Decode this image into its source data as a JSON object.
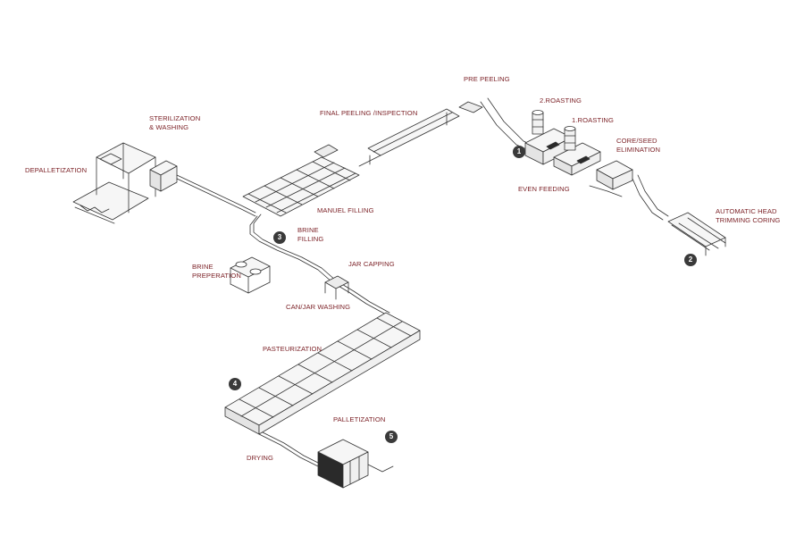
{
  "colors": {
    "label": "#7a1f24",
    "line": "#333333",
    "fill": "#f6f6f6",
    "dark": "#2a2a2a",
    "badge_bg": "#3a3a3a",
    "badge_fg": "#ffffff"
  },
  "labels": {
    "depalletization": "DEPALLETIZATION",
    "sterilization": [
      "STERILIZATION",
      "& WASHING"
    ],
    "final_peeling": "FINAL PEELING /INSPECTION",
    "pre_peeling": "PRE PEELING",
    "roasting2": "2.ROASTING",
    "roasting1": "1.ROASTING",
    "core_seed": [
      "CORE/SEED",
      "ELIMINATION"
    ],
    "even_feeding": "EVEN FEEDING",
    "auto_head": [
      "AUTOMATIC HEAD",
      "TRIMMING CORING"
    ],
    "manual_filling": "MANUEL FILLING",
    "brine_filling": [
      "BRINE",
      "FILLING"
    ],
    "brine_prep": [
      "BRINE",
      "PREPERATION"
    ],
    "jar_capping": "JAR CAPPING",
    "can_washing": "CAN/JAR WASHING",
    "pasteurization": "PASTEURIZATION",
    "palletization": "PALLETIZATION",
    "drying": "DRYING"
  },
  "badges": [
    "1",
    "2",
    "3",
    "4",
    "5"
  ]
}
